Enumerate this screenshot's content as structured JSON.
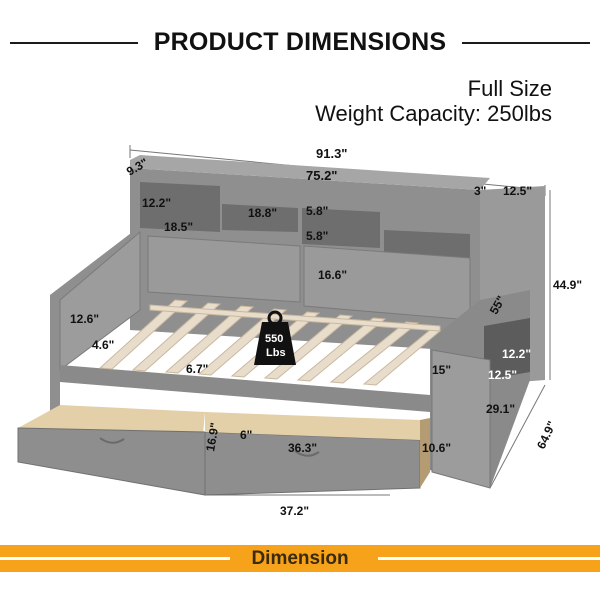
{
  "header": {
    "title": "PRODUCT DIMENSIONS"
  },
  "specs": {
    "size": "Full Size",
    "weight_capacity": "Weight Capacity: 250lbs"
  },
  "weight_badge": {
    "value": "550",
    "unit": "Lbs"
  },
  "dimensions": {
    "overall_width": "91.3\"",
    "inner_width": "75.2\"",
    "depth_9_3": "9.3\"",
    "small_3": "3\"",
    "side_shelf_12_5": "12.5\"",
    "headboard_12_2": "12.2\"",
    "shelf_18_8": "18.8\"",
    "shelf_5_8_a": "5.8\"",
    "shelf_5_8_b": "5.8\"",
    "shelf_18_5": "18.5\"",
    "panel_16_6": "16.6\"",
    "height_44_9": "44.9\"",
    "side_55": "55\"",
    "footboard_12_6": "12.6\"",
    "gap_4_6": "4.6\"",
    "slat_6_7": "6.7\"",
    "cab_12_2": "12.2\"",
    "cab_12_5": "12.5\"",
    "height_15": "15\"",
    "depth_29_1": "29.1\"",
    "depth_64_9": "64.9\"",
    "drawer_16_9": "16.9\"",
    "drawer_6": "6\"",
    "drawer_36_3": "36.3\"",
    "cab_10_6": "10.6\"",
    "drawer_37_2": "37.2\""
  },
  "footer": {
    "label": "Dimension"
  },
  "colors": {
    "accent": "#f6a21a",
    "wood": "#e8dccb",
    "frame": "#8c8c8c"
  }
}
